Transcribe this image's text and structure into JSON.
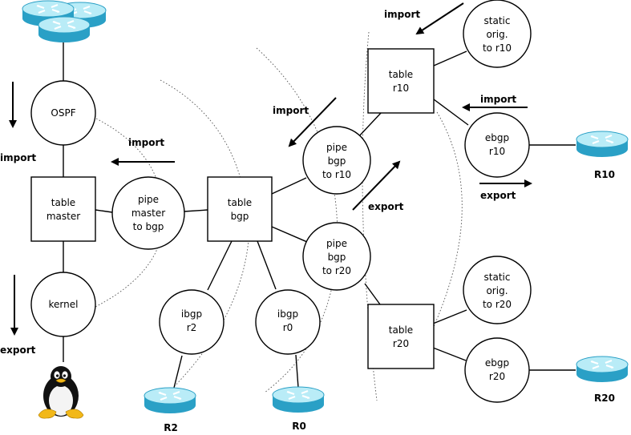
{
  "nodes": {
    "ospf": {
      "lines": [
        "OSPF"
      ]
    },
    "table_master": {
      "lines": [
        "table",
        "master"
      ]
    },
    "kernel": {
      "lines": [
        "kernel"
      ]
    },
    "pipe_master": {
      "lines": [
        "pipe",
        "master",
        "to bgp"
      ]
    },
    "table_bgp": {
      "lines": [
        "table",
        "bgp"
      ]
    },
    "ibgp_r2": {
      "lines": [
        "ibgp",
        "r2"
      ]
    },
    "ibgp_r0": {
      "lines": [
        "ibgp",
        "r0"
      ]
    },
    "pipe_r10": {
      "lines": [
        "pipe",
        "bgp",
        "to r10"
      ]
    },
    "pipe_r20": {
      "lines": [
        "pipe",
        "bgp",
        "to r20"
      ]
    },
    "table_r10": {
      "lines": [
        "table",
        "r10"
      ]
    },
    "table_r20": {
      "lines": [
        "table",
        "r20"
      ]
    },
    "static_r10": {
      "lines": [
        "static",
        "orig.",
        "to r10"
      ]
    },
    "static_r20": {
      "lines": [
        "static",
        "orig.",
        "to r20"
      ]
    },
    "ebgp_r10": {
      "lines": [
        "ebgp",
        "r10"
      ]
    },
    "ebgp_r20": {
      "lines": [
        "ebgp",
        "r20"
      ]
    }
  },
  "routers": {
    "r2": "R2",
    "r0": "R0",
    "r10": "R10",
    "r20": "R20"
  },
  "flow_labels": {
    "import_left": "import",
    "export_left": "export",
    "import_master": "import",
    "import_bgp": "import",
    "export_bgp": "export",
    "import_top": "import",
    "import_ebgp": "import",
    "export_ebgp": "export"
  },
  "icons": {
    "router": "router-icon",
    "linux": "linux-penguin-icon"
  },
  "colors": {
    "router_top": "#b9ecf7",
    "router_side": "#2aa0c6"
  }
}
